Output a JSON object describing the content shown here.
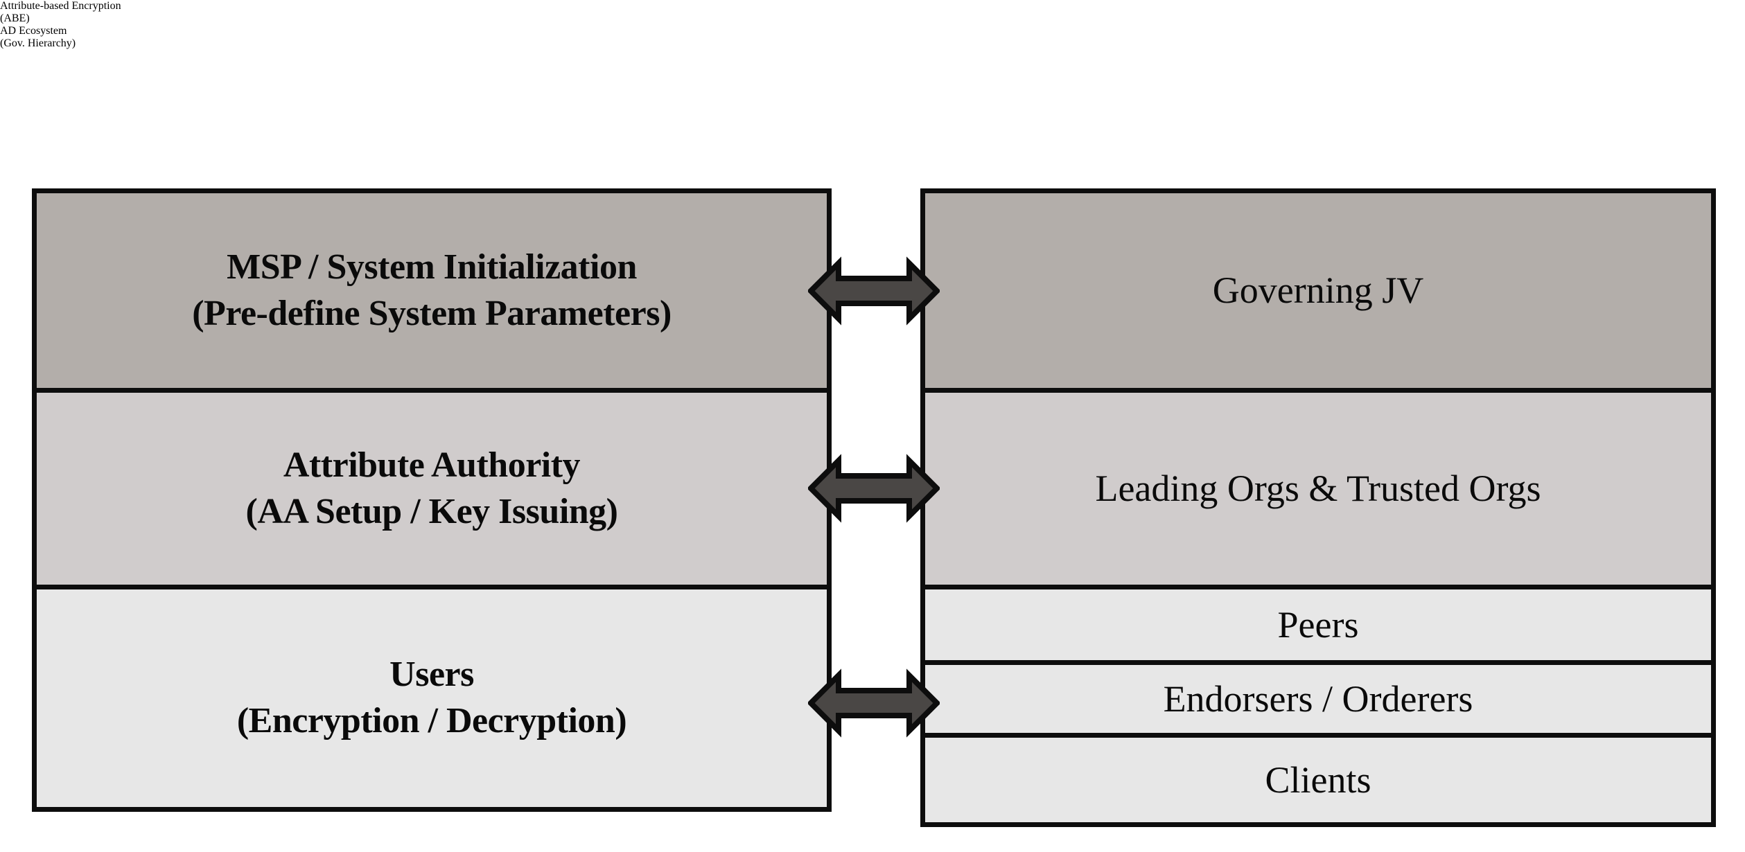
{
  "diagram": {
    "columns": {
      "left": {
        "title_line1": "Attribute-based Encryption",
        "title_line2": "(ABE)",
        "bands": [
          {
            "line1": "MSP / System Initialization",
            "line2": "(Pre-define System Parameters)",
            "fill": "#b3aeaa"
          },
          {
            "line1": "Attribute Authority",
            "line2": "(AA Setup / Key Issuing)",
            "fill": "#d0cccc"
          },
          {
            "line1": "Users",
            "line2": "(Encryption / Decryption)",
            "fill": "#e7e7e7"
          }
        ]
      },
      "right": {
        "title_line1": "AD Ecosystem",
        "title_line2": "(Gov. Hierarchy)",
        "bands": [
          {
            "label": "Governing JV",
            "fill": "#b3aeaa"
          },
          {
            "label": "Leading Orgs & Trusted Orgs",
            "fill": "#d0cccc"
          },
          {
            "label": "Peers",
            "fill": "#e7e7e7"
          },
          {
            "label": "Endorsers / Orderers",
            "fill": "#e7e7e7"
          },
          {
            "label": "Clients",
            "fill": "#e7e7e7"
          }
        ]
      }
    },
    "connectors": [
      {
        "name": "msp-to-governing-jv",
        "style": "double-headed-arrow"
      },
      {
        "name": "attribute-authority-to-leading-orgs",
        "style": "double-headed-arrow"
      },
      {
        "name": "users-to-endorsers-orderers",
        "style": "double-headed-arrow"
      }
    ],
    "colors": {
      "arrow_fill": "#4a4745",
      "arrow_stroke": "#0d0d0d",
      "border": "#0d0d0d",
      "tier1_fill": "#b3aeaa",
      "tier2_fill": "#d0cccc",
      "tier3_fill": "#e7e7e7",
      "background": "#ffffff",
      "text": "#0a0a0a"
    }
  }
}
